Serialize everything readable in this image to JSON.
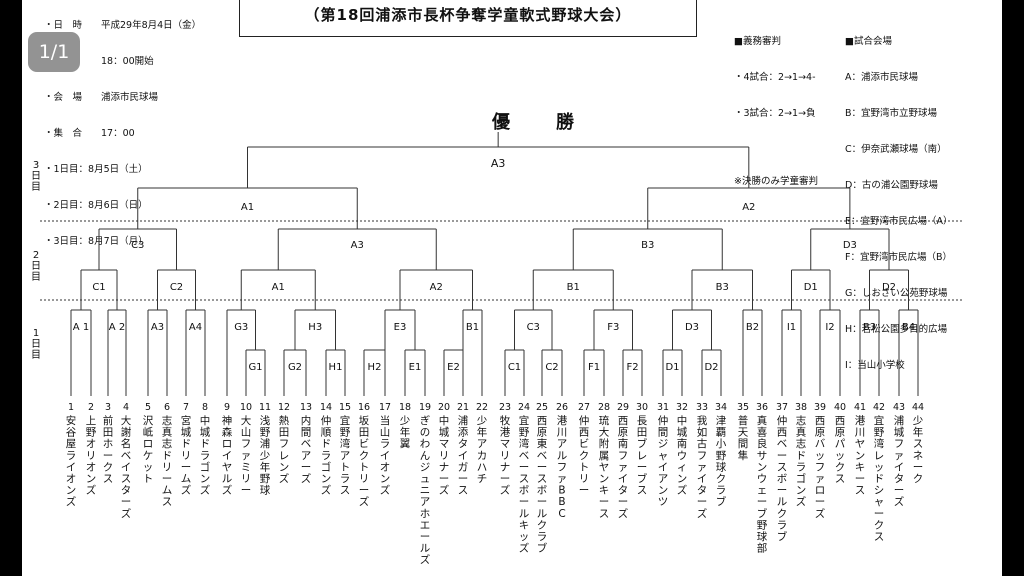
{
  "viewer": {
    "page_counter": "1/1"
  },
  "header": {
    "schedule": [
      "・日　時　　平成29年8月4日（金）",
      "　　　　　　18：00開始",
      "・会　場　　浦添市民球場",
      "・集　合　　17：00",
      "・1日目：8月5日（土）",
      "・2日目：8月6日（日）",
      "・3日目：8月7日（月）"
    ],
    "title": "（第18回浦添市長杯争奪学童軟式野球大会）",
    "umpires_title": "■義務審判",
    "umpires": [
      "・4試合：2→1→4-",
      "・3試合：2→1→負"
    ],
    "umpires_note": "※決勝のみ学童審判",
    "venues_title": "■試合会場",
    "venues": [
      "A：浦添市民球場",
      "B：宜野湾市立野球場",
      "C：伊奈武瀬球場（南）",
      "D：古の浦公園野球場",
      "E：宜野湾市民広場（A）",
      "F：宜野湾市民広場（B）",
      "G：しおさい公苑野球場",
      "H：若松公園多目的広場",
      "I：当山小学校"
    ]
  },
  "bracket": {
    "champion_title": "優　勝",
    "day_labels": [
      "3日目",
      "2日目",
      "1日目"
    ],
    "final": "A3",
    "semifinals": [
      "A1",
      "A2"
    ],
    "quarterfinals": [
      "C3",
      "A3",
      "B3",
      "D3"
    ],
    "round_two": [
      "C1",
      "C2",
      "A1",
      "A2",
      "B1",
      "B3",
      "D1",
      "D2"
    ],
    "round_one": [
      "A 1",
      "A 2",
      "A3",
      "A4",
      "G3",
      "H3",
      "E3",
      "B1",
      "C3",
      "F3",
      "D3",
      "B2",
      "I1",
      "I2",
      "B3",
      "B4"
    ],
    "preliminary": [
      "G1",
      "G2",
      "H1",
      "H2",
      "E1",
      "E2",
      "C1",
      "C2",
      "F1",
      "F2",
      "D1",
      "D2"
    ],
    "teams": [
      {
        "num": "1",
        "name": "安谷屋ライオンズ"
      },
      {
        "num": "2",
        "name": "上野オリオンズ"
      },
      {
        "num": "3",
        "name": "前田ホークス"
      },
      {
        "num": "4",
        "name": "大謝名ベイスターズ"
      },
      {
        "num": "5",
        "name": "沢岻ロケット"
      },
      {
        "num": "6",
        "name": "志真志ドリームス"
      },
      {
        "num": "7",
        "name": "宮城ドリームズ"
      },
      {
        "num": "8",
        "name": "中城ドラゴンズ"
      },
      {
        "num": "9",
        "name": "神森ロイヤルズ"
      },
      {
        "num": "10",
        "name": "大山ファミリー"
      },
      {
        "num": "11",
        "name": "浅野浦少年野球"
      },
      {
        "num": "12",
        "name": "熱田フレンズ"
      },
      {
        "num": "13",
        "name": "内間ベアーズ"
      },
      {
        "num": "14",
        "name": "仲順ドラゴンズ"
      },
      {
        "num": "15",
        "name": "宜野湾アトラス"
      },
      {
        "num": "16",
        "name": "坂田ビクトリーズ"
      },
      {
        "num": "17",
        "name": "当山ライオンズ"
      },
      {
        "num": "18",
        "name": "少年翼"
      },
      {
        "num": "19",
        "name": "ぎのわんジュニアホエールズ"
      },
      {
        "num": "20",
        "name": "中城マリナーズ"
      },
      {
        "num": "21",
        "name": "浦添タイガース"
      },
      {
        "num": "22",
        "name": "少年アカハチ"
      },
      {
        "num": "23",
        "name": "牧港マリナーズ"
      },
      {
        "num": "24",
        "name": "宜野湾ベースボールキッズ"
      },
      {
        "num": "25",
        "name": "西原東ベースボールクラブ"
      },
      {
        "num": "26",
        "name": "港川アルファBBC"
      },
      {
        "num": "27",
        "name": "仲西ビクトリー"
      },
      {
        "num": "28",
        "name": "琉大附属ヤンキース"
      },
      {
        "num": "29",
        "name": "西原南ファイターズ"
      },
      {
        "num": "30",
        "name": "長田ブレーブス"
      },
      {
        "num": "31",
        "name": "仲間ジャイアンツ"
      },
      {
        "num": "32",
        "name": "中城南ウィンズ"
      },
      {
        "num": "33",
        "name": "我如古ファイターズ"
      },
      {
        "num": "34",
        "name": "津覇小野球クラブ"
      },
      {
        "num": "35",
        "name": "普天間隼"
      },
      {
        "num": "36",
        "name": "真喜良サンウェーブ野球部"
      },
      {
        "num": "37",
        "name": "仲西ベースボールクラブ"
      },
      {
        "num": "38",
        "name": "志真志ドラゴンズ"
      },
      {
        "num": "39",
        "name": "西原バッファローズ"
      },
      {
        "num": "40",
        "name": "西原パックス"
      },
      {
        "num": "41",
        "name": "港川ヤンキース"
      },
      {
        "num": "42",
        "name": "宜野湾レッドシャークス"
      },
      {
        "num": "43",
        "name": "浦城ファイターズ"
      },
      {
        "num": "44",
        "name": "少年スネーク"
      }
    ]
  }
}
